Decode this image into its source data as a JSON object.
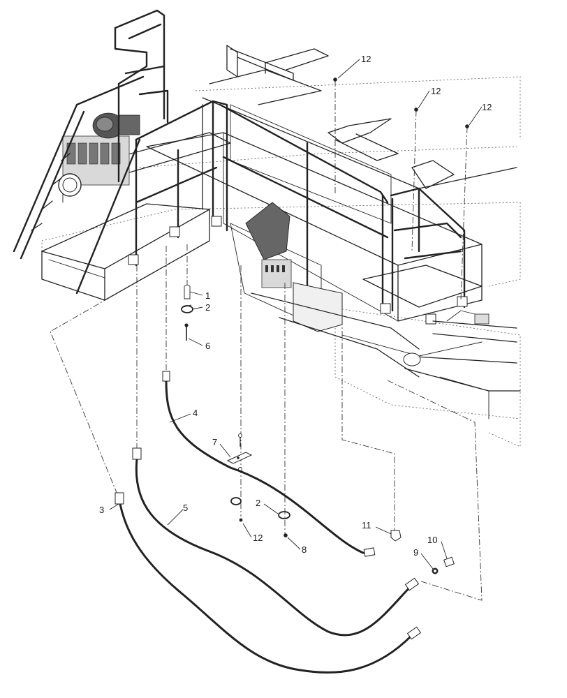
{
  "callouts": {
    "c1": "1",
    "c2a": "2",
    "c2b": "2",
    "c3": "3",
    "c4": "4",
    "c5": "5",
    "c6": "6",
    "c7": "7",
    "c8": "8",
    "c9": "9",
    "c10": "10",
    "c11": "11",
    "c12a": "12",
    "c12b": "12",
    "c12c": "12",
    "c12d": "12"
  }
}
